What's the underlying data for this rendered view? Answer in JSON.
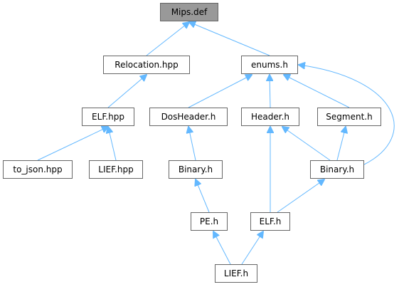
{
  "colors": {
    "edge": "#63b8ff",
    "node_border": "#666666",
    "root_fill": "#999999",
    "node_fill": "#ffffff"
  },
  "nodes": {
    "mips_def": "Mips.def",
    "relocation_hpp": "Relocation.hpp",
    "enums_h": "enums.h",
    "elf_hpp": "ELF.hpp",
    "dosheader_h": "DosHeader.h",
    "header_h": "Header.h",
    "segment_h": "Segment.h",
    "to_json_hpp": "to_json.hpp",
    "lief_hpp": "LIEF.hpp",
    "binary_h_pe": "Binary.h",
    "binary_h_elf": "Binary.h",
    "pe_h": "PE.h",
    "elf_h": "ELF.h",
    "lief_h": "LIEF.h"
  },
  "edges": [
    [
      "relocation_hpp",
      "mips_def"
    ],
    [
      "enums_h",
      "mips_def"
    ],
    [
      "elf_hpp",
      "relocation_hpp"
    ],
    [
      "to_json_hpp",
      "elf_hpp"
    ],
    [
      "lief_hpp",
      "elf_hpp"
    ],
    [
      "dosheader_h",
      "enums_h"
    ],
    [
      "header_h",
      "enums_h"
    ],
    [
      "segment_h",
      "enums_h"
    ],
    [
      "binary_h_elf",
      "enums_h"
    ],
    [
      "binary_h_pe",
      "dosheader_h"
    ],
    [
      "binary_h_elf",
      "header_h"
    ],
    [
      "elf_h",
      "header_h"
    ],
    [
      "binary_h_elf",
      "segment_h"
    ],
    [
      "pe_h",
      "binary_h_pe"
    ],
    [
      "elf_h",
      "binary_h_elf"
    ],
    [
      "lief_h",
      "pe_h"
    ],
    [
      "lief_h",
      "elf_h"
    ]
  ]
}
